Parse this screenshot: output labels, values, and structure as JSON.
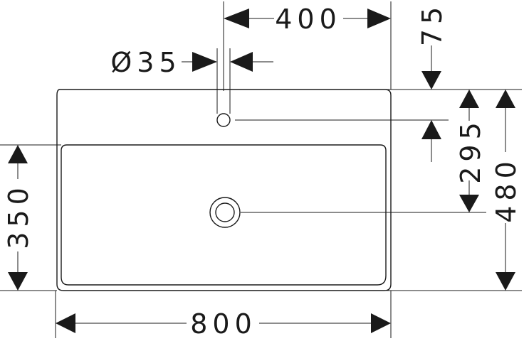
{
  "dimensions": {
    "tap_hole_offset": "400",
    "tap_hole_diameter": "Ø35",
    "tap_hole_depth": "75",
    "drain_depth": "295",
    "total_depth": "480",
    "bowl_depth": "350",
    "total_width": "800"
  }
}
